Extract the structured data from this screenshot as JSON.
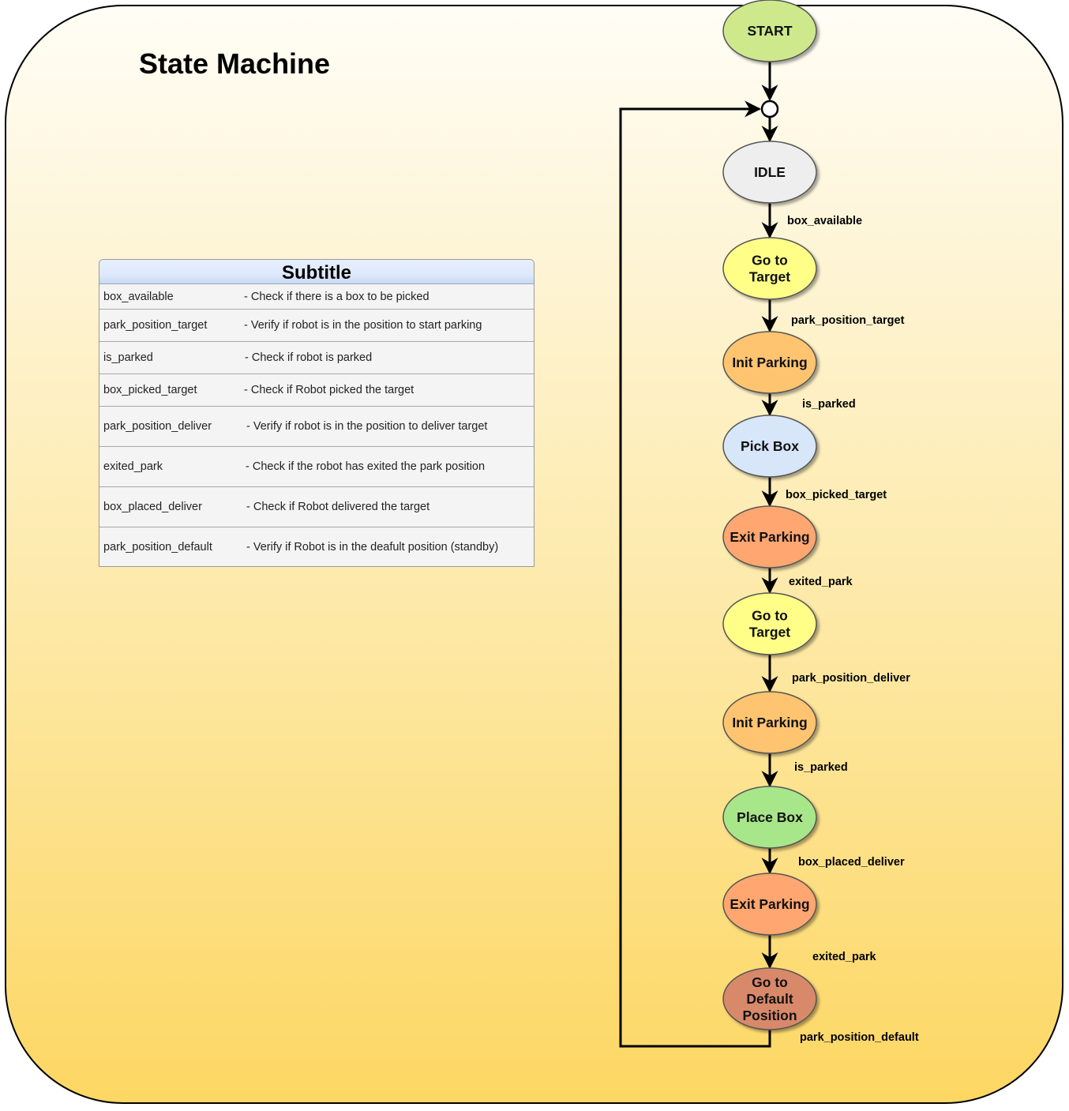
{
  "title": "State Machine",
  "legend": {
    "title": "Subtitle",
    "rows": [
      {
        "key": "box_available",
        "desc": "- Check if there is a box to be picked"
      },
      {
        "key": "park_position_target",
        "desc": "- Verify if robot is in the position to start parking"
      },
      {
        "key": "is_parked",
        "desc": "- Check if robot is parked"
      },
      {
        "key": "box_picked_target",
        "desc": "- Check if Robot picked the target"
      },
      {
        "key": "park_position_deliver",
        "desc": "- Verify if robot is in the position to deliver target"
      },
      {
        "key": "exited_park",
        "desc": "- Check if the robot has exited the park position"
      },
      {
        "key": "box_placed_deliver",
        "desc": "- Check if Robot delivered the target"
      },
      {
        "key": "park_position_default",
        "desc": "- Verify if Robot is in the deafult position (standby)"
      }
    ]
  },
  "states": [
    {
      "id": "start",
      "lines": [
        "START"
      ],
      "color": "#cde98c"
    },
    {
      "id": "idle",
      "lines": [
        "IDLE"
      ],
      "color": "#eeeeee"
    },
    {
      "id": "go-to-target-1",
      "lines": [
        "Go to",
        "Target"
      ],
      "color": "#ffff88"
    },
    {
      "id": "init-parking-1",
      "lines": [
        "Init Parking"
      ],
      "color": "#ffc470"
    },
    {
      "id": "pick-box",
      "lines": [
        "Pick Box"
      ],
      "color": "#d8e6fa"
    },
    {
      "id": "exit-parking-1",
      "lines": [
        "Exit Parking"
      ],
      "color": "#ffa671"
    },
    {
      "id": "go-to-target-2",
      "lines": [
        "Go to",
        "Target"
      ],
      "color": "#ffff88"
    },
    {
      "id": "init-parking-2",
      "lines": [
        "Init Parking"
      ],
      "color": "#ffc470"
    },
    {
      "id": "place-box",
      "lines": [
        "Place Box"
      ],
      "color": "#a8e68a"
    },
    {
      "id": "exit-parking-2",
      "lines": [
        "Exit Parking"
      ],
      "color": "#ffa671"
    },
    {
      "id": "go-to-default",
      "lines": [
        "Go to",
        "Default",
        "Position"
      ],
      "color": "#d8896a"
    }
  ],
  "transitions": [
    {
      "label": "box_available"
    },
    {
      "label": "park_position_target"
    },
    {
      "label": "is_parked"
    },
    {
      "label": "box_picked_target"
    },
    {
      "label": "exited_park"
    },
    {
      "label": "park_position_deliver"
    },
    {
      "label": "is_parked"
    },
    {
      "label": "box_placed_deliver"
    },
    {
      "label": "exited_park"
    },
    {
      "label": "park_position_default"
    }
  ]
}
